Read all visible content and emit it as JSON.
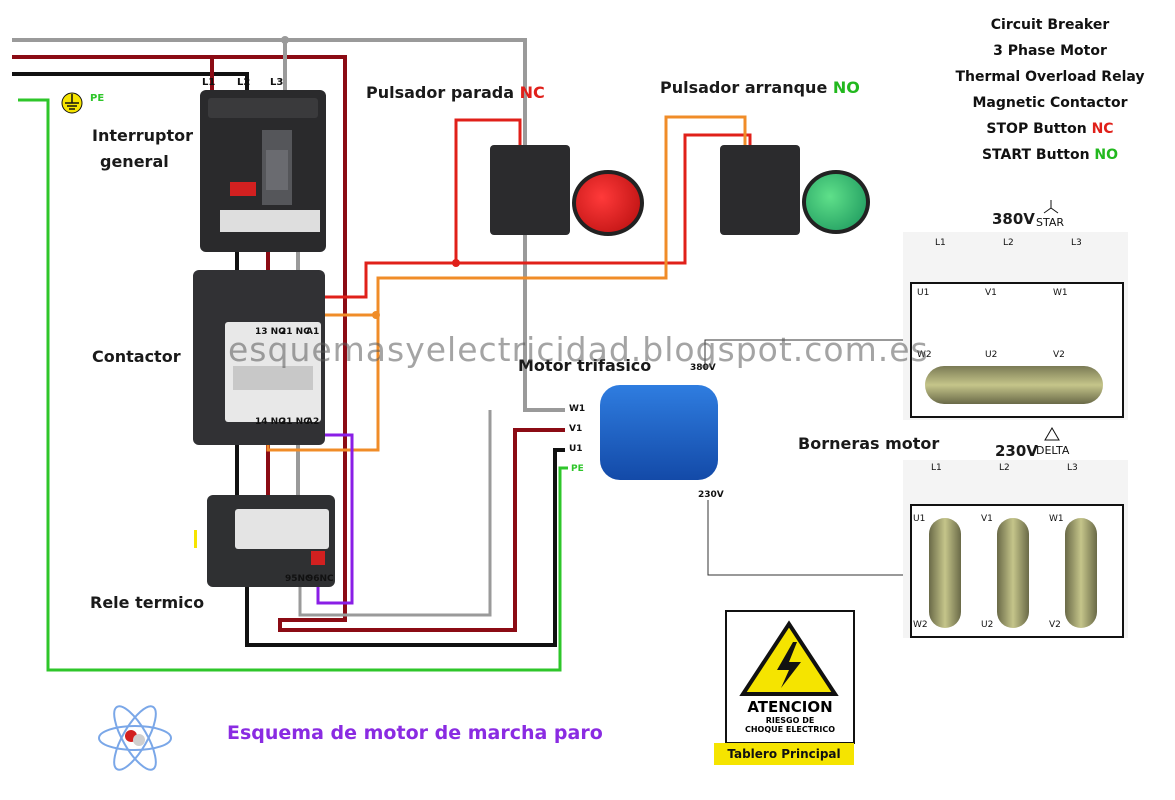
{
  "legend": {
    "items": [
      {
        "text": "Circuit Breaker",
        "highlight": ""
      },
      {
        "text": "3 Phase Motor",
        "highlight": ""
      },
      {
        "text": "Thermal Overload Relay",
        "highlight": ""
      },
      {
        "text": "Magnetic Contactor",
        "highlight": ""
      },
      {
        "text": "STOP Button ",
        "highlight": "NC",
        "highlight_color": "#e0201a"
      },
      {
        "text": "START Button ",
        "highlight": "NO",
        "highlight_color": "#22b81e"
      }
    ]
  },
  "labels": {
    "breaker": "Interruptor\ngeneral",
    "breaker_line1": "Interruptor",
    "breaker_line2": "general",
    "contactor": "Contactor",
    "relay": "Rele termico",
    "stop_button": "Pulsador parada ",
    "stop_button_type": "NC",
    "start_button": "Pulsador arranque ",
    "start_button_type": "NO",
    "motor": "Motor trifasico",
    "terminals": "Borneras motor",
    "title": "Esquema de motor de  marcha paro",
    "watermark": "esquemasyelectricidad.blogspot.com.es"
  },
  "terminals": {
    "phases": [
      "L1",
      "L2",
      "L3"
    ],
    "pe": "PE",
    "contactor_top": [
      "13 NO",
      "21 NC",
      "A1"
    ],
    "contactor_bottom": [
      "14 NO",
      "21 NC",
      "A2"
    ],
    "relay": [
      "95NC",
      "96NC"
    ],
    "motor": [
      "W1",
      "V1",
      "U1",
      "PE"
    ]
  },
  "star": {
    "voltage": "380V",
    "name": "STAR",
    "top": [
      "U1",
      "V1",
      "W1"
    ],
    "bottom": [
      "W2",
      "U2",
      "V2"
    ],
    "lines": [
      "L1",
      "L2",
      "L3"
    ],
    "side_voltage": "380V"
  },
  "delta": {
    "voltage": "230V",
    "name": "DELTA",
    "top": [
      "U1",
      "V1",
      "W1"
    ],
    "bottom": [
      "W2",
      "U2",
      "V2"
    ],
    "lines": [
      "L1",
      "L2",
      "L3"
    ],
    "side_voltage": "230V"
  },
  "warning": {
    "heading": "ATENCION",
    "line1": "RIESGO DE",
    "line2": "CHOQUE ELECTRICO",
    "footer": "Tablero Principal"
  },
  "colors": {
    "gray_wire": "#9a9a9a",
    "red_wire": "#8b0b14",
    "black_wire": "#111111",
    "green_wire": "#2ec62a",
    "control_red": "#e0201a",
    "control_orange": "#f08c28",
    "control_purple": "#8a1ee6",
    "title": "#8a2be2"
  }
}
